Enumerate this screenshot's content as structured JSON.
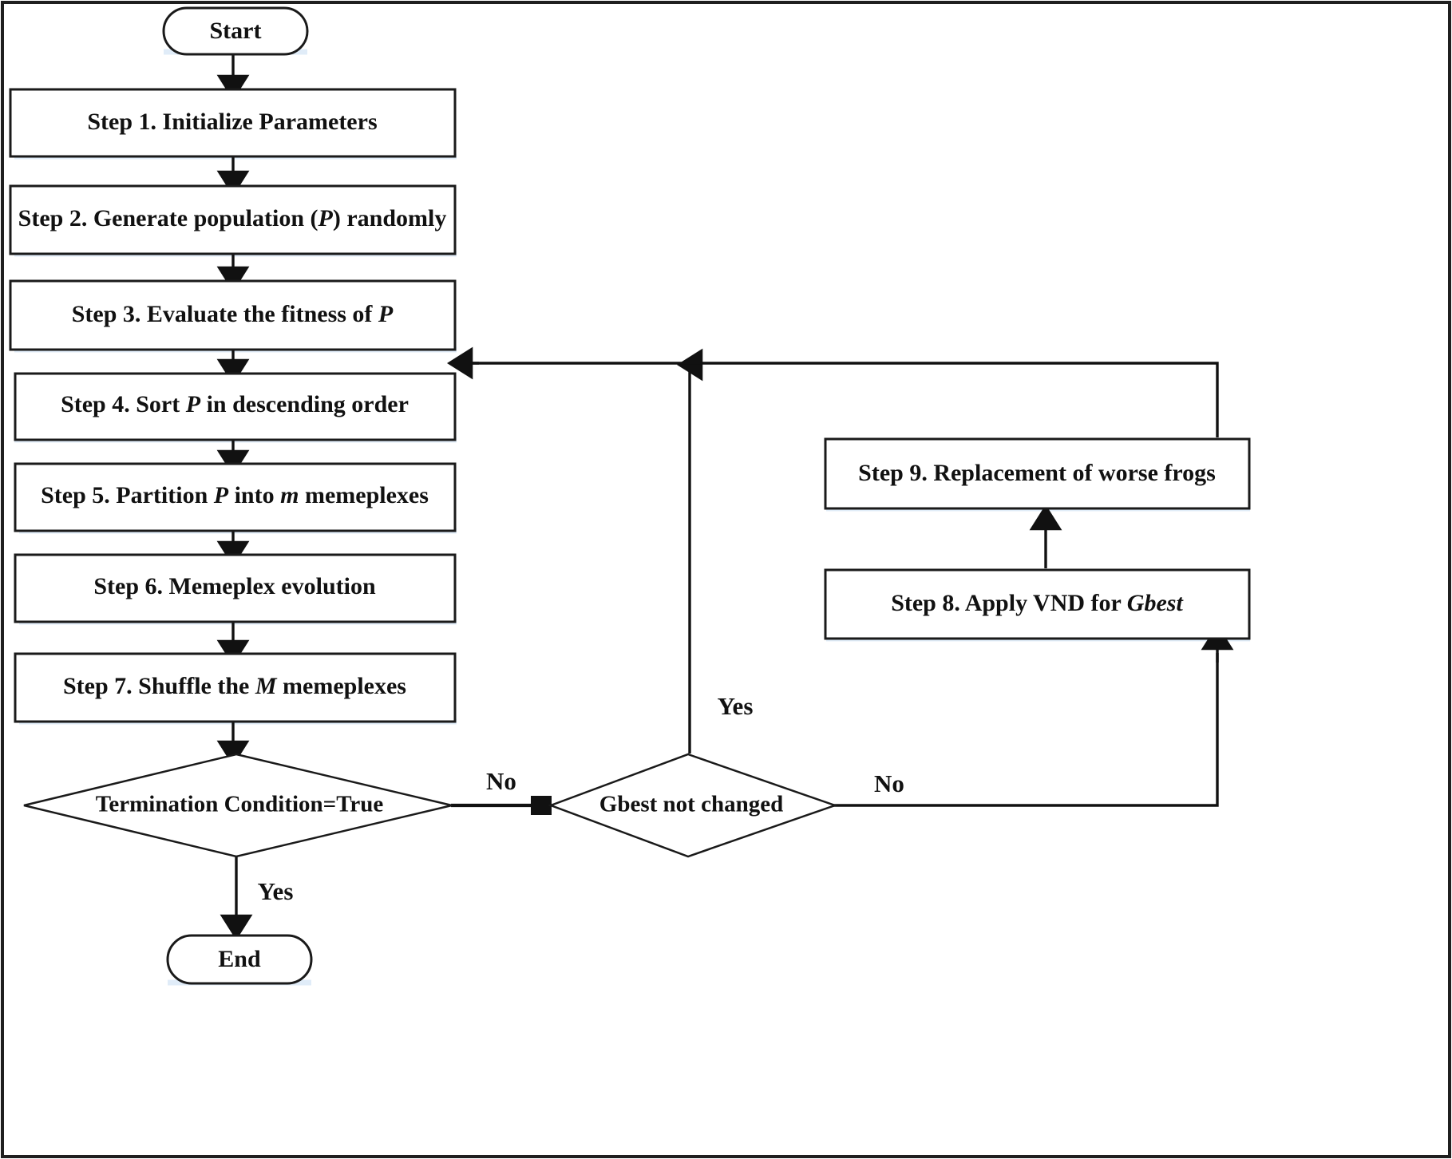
{
  "diagram": {
    "title": "Shuffled Frog Leaping Algorithm with VND flowchart",
    "type": "flowchart",
    "frame_color": "#1f1f1f",
    "line_color": "#111111",
    "node_fill": "#ffffff",
    "shadow_color": "#dbe9f7"
  },
  "nodes": {
    "start": {
      "label": "Start",
      "shape": "terminator"
    },
    "step1": {
      "label": "Step 1. Initialize Parameters",
      "shape": "process"
    },
    "step2": {
      "label": "Step 2. Generate population (P) randomly",
      "shape": "process",
      "italic_tokens": [
        "P"
      ]
    },
    "step3": {
      "label": "Step 3. Evaluate the fitness of P",
      "shape": "process",
      "italic_tokens": [
        "P"
      ]
    },
    "step4": {
      "label": "Step 4. Sort P in descending order",
      "shape": "process",
      "italic_tokens": [
        "P"
      ]
    },
    "step5": {
      "label": "Step 5. Partition P into m memeplexes",
      "shape": "process",
      "italic_tokens": [
        "P",
        "m"
      ]
    },
    "step6": {
      "label": "Step 6. Memeplex evolution",
      "shape": "process"
    },
    "step7": {
      "label": "Step 7.  Shuffle the M memeplexes",
      "shape": "process",
      "italic_tokens": [
        "M"
      ]
    },
    "decision1": {
      "label": "Termination Condition=True",
      "shape": "decision"
    },
    "decision2": {
      "label": "Gbest not changed",
      "shape": "decision"
    },
    "step8": {
      "label": "Step 8. Apply VND for Gbest",
      "shape": "process",
      "italic_tokens": [
        "Gbest"
      ]
    },
    "step9": {
      "label": "Step 9. Replacement of worse frogs",
      "shape": "process"
    },
    "end": {
      "label": "End",
      "shape": "terminator"
    }
  },
  "node_text_parts": {
    "step2": [
      {
        "t": "Step 2. Generate population (",
        "i": false
      },
      {
        "t": "P",
        "i": true
      },
      {
        "t": ") randomly",
        "i": false
      }
    ],
    "step3": [
      {
        "t": "Step 3. Evaluate the fitness of ",
        "i": false
      },
      {
        "t": "P",
        "i": true
      }
    ],
    "step4": [
      {
        "t": "Step 4. Sort ",
        "i": false
      },
      {
        "t": "P",
        "i": true
      },
      {
        "t": " in descending order",
        "i": false
      }
    ],
    "step5": [
      {
        "t": "Step 5. Partition ",
        "i": false
      },
      {
        "t": "P",
        "i": true
      },
      {
        "t": " into ",
        "i": false
      },
      {
        "t": "m",
        "i": true
      },
      {
        "t": " memeplexes",
        "i": false
      }
    ],
    "step7": [
      {
        "t": "Step 7.  Shuffle the ",
        "i": false
      },
      {
        "t": "M",
        "i": true
      },
      {
        "t": " memeplexes",
        "i": false
      }
    ],
    "step8": [
      {
        "t": "Step 8. Apply VND for ",
        "i": false
      },
      {
        "t": "Gbest",
        "i": true
      }
    ]
  },
  "edge_labels": {
    "termination_no": "No",
    "termination_yes": "Yes",
    "gbest_yes": "Yes",
    "gbest_no": "No"
  },
  "edges": [
    {
      "from": "start",
      "to": "step1",
      "label": ""
    },
    {
      "from": "step1",
      "to": "step2",
      "label": ""
    },
    {
      "from": "step2",
      "to": "step3",
      "label": ""
    },
    {
      "from": "step3",
      "to": "step4",
      "label": ""
    },
    {
      "from": "step4",
      "to": "step5",
      "label": ""
    },
    {
      "from": "step5",
      "to": "step6",
      "label": ""
    },
    {
      "from": "step6",
      "to": "step7",
      "label": ""
    },
    {
      "from": "step7",
      "to": "decision1",
      "label": ""
    },
    {
      "from": "decision1",
      "to": "end",
      "label": "Yes"
    },
    {
      "from": "decision1",
      "to": "decision2",
      "label": "No"
    },
    {
      "from": "decision2",
      "to": "step3",
      "label": "Yes"
    },
    {
      "from": "decision2",
      "to": "step8",
      "label": "No"
    },
    {
      "from": "step8",
      "to": "step9",
      "label": ""
    },
    {
      "from": "step9",
      "to": "step3",
      "label": ""
    }
  ]
}
